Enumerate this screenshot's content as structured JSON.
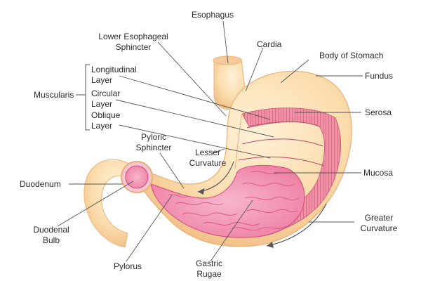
{
  "labels": {
    "esophagus": "Esophagus",
    "les_line1": "Lower Esophageal",
    "les_line2": "Sphincter",
    "cardia": "Cardia",
    "body_of_stomach": "Body of Stomach",
    "fundus": "Fundus",
    "muscularis": "Muscularis",
    "longitudinal_line1": "Longitudinal",
    "longitudinal_line2": "Layer",
    "circular_line1": "Circular",
    "circular_line2": "Layer",
    "oblique_line1": "Oblique",
    "oblique_line2": "Layer",
    "serosa": "Serosa",
    "pyloric_line1": "Pyloric",
    "pyloric_line2": "Sphincter",
    "lesser_line1": "Lesser",
    "lesser_line2": "Curvature",
    "mucosa": "Mucosa",
    "duodenum": "Duodenum",
    "duodenal_bulb_line1": "Duodenal",
    "duodenal_bulb_line2": "Bulb",
    "greater_line1": "Greater",
    "greater_line2": "Curvature",
    "pylorus": "Pylorus",
    "gastric_line1": "Gastric",
    "gastric_line2": "Rugae"
  },
  "colors": {
    "outer_wall": "#fbdcac",
    "outer_wall_shade": "#f3c48a",
    "muscle_layer": "#e98aa0",
    "muscle_stripe": "#c9566f",
    "mucosa": "#f4a3bd",
    "mucosa_inner": "#f07ea4",
    "rugae": "#d4457a",
    "leader": "#555555",
    "label": "#2b2b2b"
  }
}
